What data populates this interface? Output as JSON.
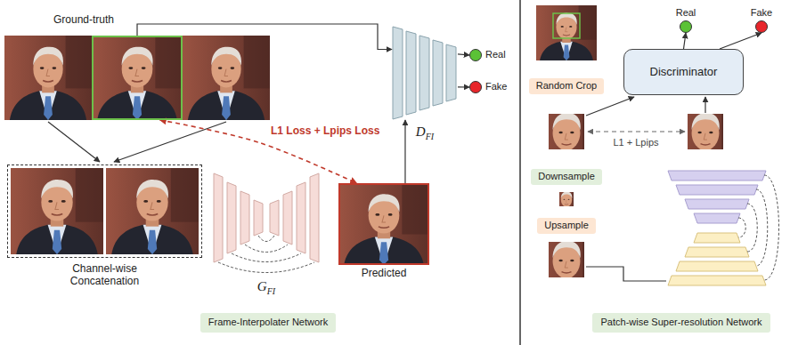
{
  "diagram": {
    "nodes": [
      {
        "text": [
          "Ground-truth"
        ]
      },
      {
        "text": [
          "Channel-wise Concatenation"
        ]
      },
      {
        "text": [
          "G",
          "FI"
        ]
      },
      {
        "text": [
          "Predicted"
        ]
      },
      {
        "text": [
          "D",
          "FI"
        ]
      },
      {
        "text": [
          "Real"
        ]
      },
      {
        "text": [
          "Fake"
        ]
      },
      {
        "text": [
          "Frame-Interpolater Network"
        ]
      },
      {
        "text": [
          "Random Crop"
        ]
      },
      {
        "text": [
          "Discriminator"
        ]
      },
      {
        "text": [
          "Real"
        ]
      },
      {
        "text": [
          "Fake"
        ]
      },
      {
        "text": [
          "Downsample"
        ]
      },
      {
        "text": [
          "Upsample"
        ]
      },
      {
        "text": [
          "Patch-wise Super-resolution Network"
        ]
      }
    ],
    "edges": [
      {
        "from": 0,
        "to": 4,
        "arrow": "to"
      },
      {
        "from": 3,
        "to": 4,
        "arrow": "to"
      },
      {
        "from": 4,
        "to": 5,
        "arrow": "to"
      },
      {
        "from": 4,
        "to": 6,
        "arrow": "to"
      },
      {
        "from": 0,
        "to": 3,
        "label": "L1 Loss + Lpips Loss",
        "arrow": "both"
      },
      {
        "from": 9,
        "to": 10,
        "arrow": "to"
      },
      {
        "from": 9,
        "to": 11,
        "arrow": "to"
      }
    ],
    "labels": [
      "L1 + Lpips"
    ]
  }
}
